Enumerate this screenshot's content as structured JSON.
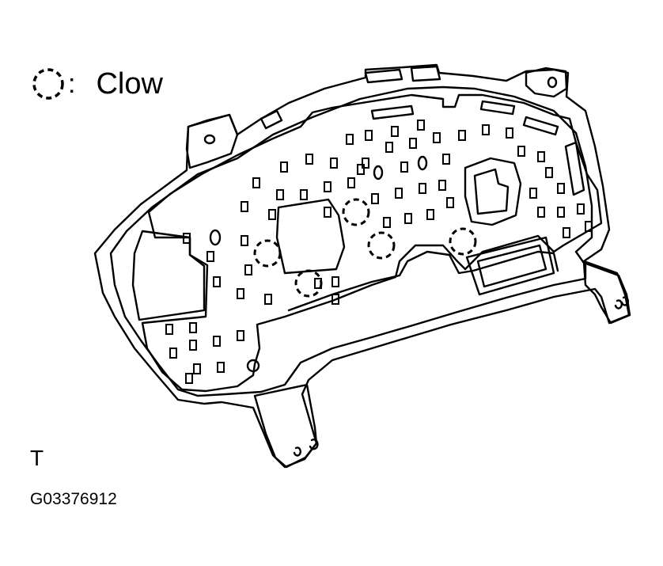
{
  "legend": {
    "symbol": "dashed-circle",
    "colon": ":",
    "label": "Clow"
  },
  "reference_letter": "T",
  "figure_id": "G03376912",
  "colors": {
    "line": "#000000",
    "background": "#ffffff"
  }
}
